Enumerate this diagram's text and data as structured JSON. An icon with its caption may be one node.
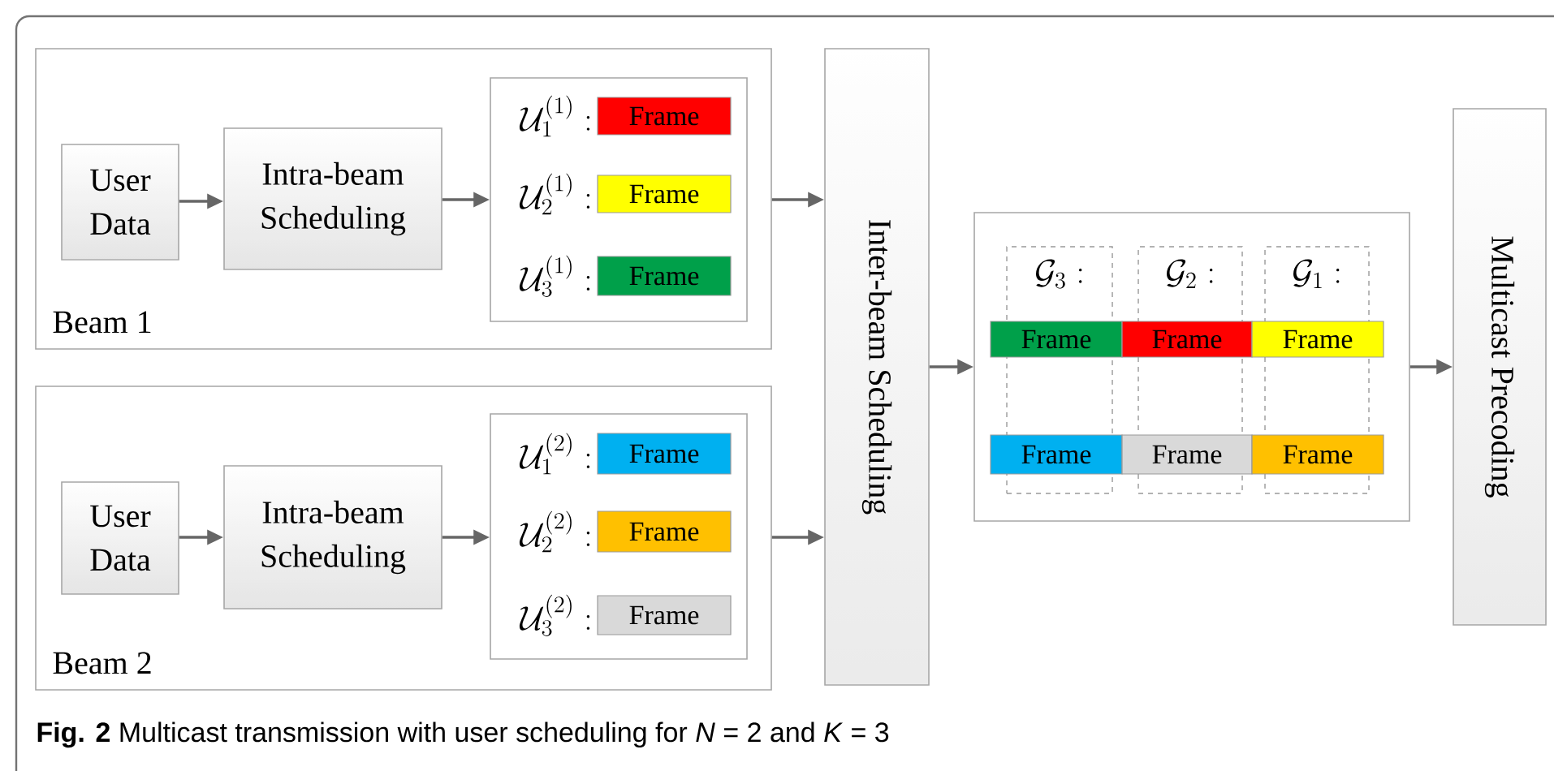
{
  "diagram": {
    "caption": "**Fig. 2** Multicast transmission with user scheduling for *N* = 2 and *K* = 3",
    "nodes": [
      {
        "text": [
          "Beam 1"
        ]
      },
      {
        "text": [
          "User Data"
        ],
        "in": 0
      },
      {
        "text": [
          "Intra-beam Scheduling"
        ],
        "in": 0
      },
      {
        "text": [],
        "shape": "box",
        "in": 0
      },
      {
        "text": [
          "Frame"
        ],
        "beside": [
          "\\mathcal{U}_1^{(1)}:"
        ],
        "in": 3
      },
      {
        "text": [
          "Frame"
        ],
        "beside": [
          "\\mathcal{U}_2^{(1)}:"
        ],
        "in": 3
      },
      {
        "text": [
          "Frame"
        ],
        "beside": [
          "\\mathcal{U}_3^{(1)}:"
        ],
        "in": 3
      },
      {
        "text": [
          "Beam 2"
        ]
      },
      {
        "text": [
          "User Data"
        ],
        "in": 7
      },
      {
        "text": [
          "Intra-beam Scheduling"
        ],
        "in": 7
      },
      {
        "text": [],
        "shape": "box",
        "in": 7
      },
      {
        "text": [
          "Frame"
        ],
        "beside": [
          "\\mathcal{U}_1^{(2)}:"
        ],
        "in": 10
      },
      {
        "text": [
          "Frame"
        ],
        "beside": [
          "\\mathcal{U}_2^{(2)}:"
        ],
        "in": 10
      },
      {
        "text": [
          "Frame"
        ],
        "beside": [
          "\\mathcal{U}_3^{(2)}:"
        ],
        "in": 10
      },
      {
        "text": [
          "Inter-beam Scheduling"
        ]
      },
      {
        "text": [],
        "shape": "box"
      },
      {
        "text": [
          "\\mathcal{G}_3:"
        ],
        "in": 15
      },
      {
        "text": [
          "\\mathcal{G}_2:"
        ],
        "in": 15
      },
      {
        "text": [
          "\\mathcal{G}_1:"
        ],
        "in": 15
      },
      {
        "text": [
          "Frame"
        ],
        "in": 15
      },
      {
        "text": [
          "Frame"
        ],
        "in": 15
      },
      {
        "text": [
          "Frame"
        ],
        "in": 15
      },
      {
        "text": [
          "Frame"
        ],
        "in": 15
      },
      {
        "text": [
          "Frame"
        ],
        "in": 15
      },
      {
        "text": [
          "Frame"
        ],
        "in": 15
      },
      {
        "text": [
          "Multicast Precoding"
        ]
      }
    ],
    "edges": [
      {
        "from": 1,
        "to": 2,
        "arrow": "to"
      },
      {
        "from": 2,
        "to": 3,
        "arrow": "to"
      },
      {
        "from": 8,
        "to": 9,
        "arrow": "to"
      },
      {
        "from": 9,
        "to": 10,
        "arrow": "to"
      },
      {
        "from": 0,
        "to": 14,
        "arrow": "to"
      },
      {
        "from": 7,
        "to": 14,
        "arrow": "to"
      },
      {
        "from": 14,
        "to": 15,
        "arrow": "to"
      },
      {
        "from": 15,
        "to": 25,
        "arrow": "to"
      }
    ]
  }
}
